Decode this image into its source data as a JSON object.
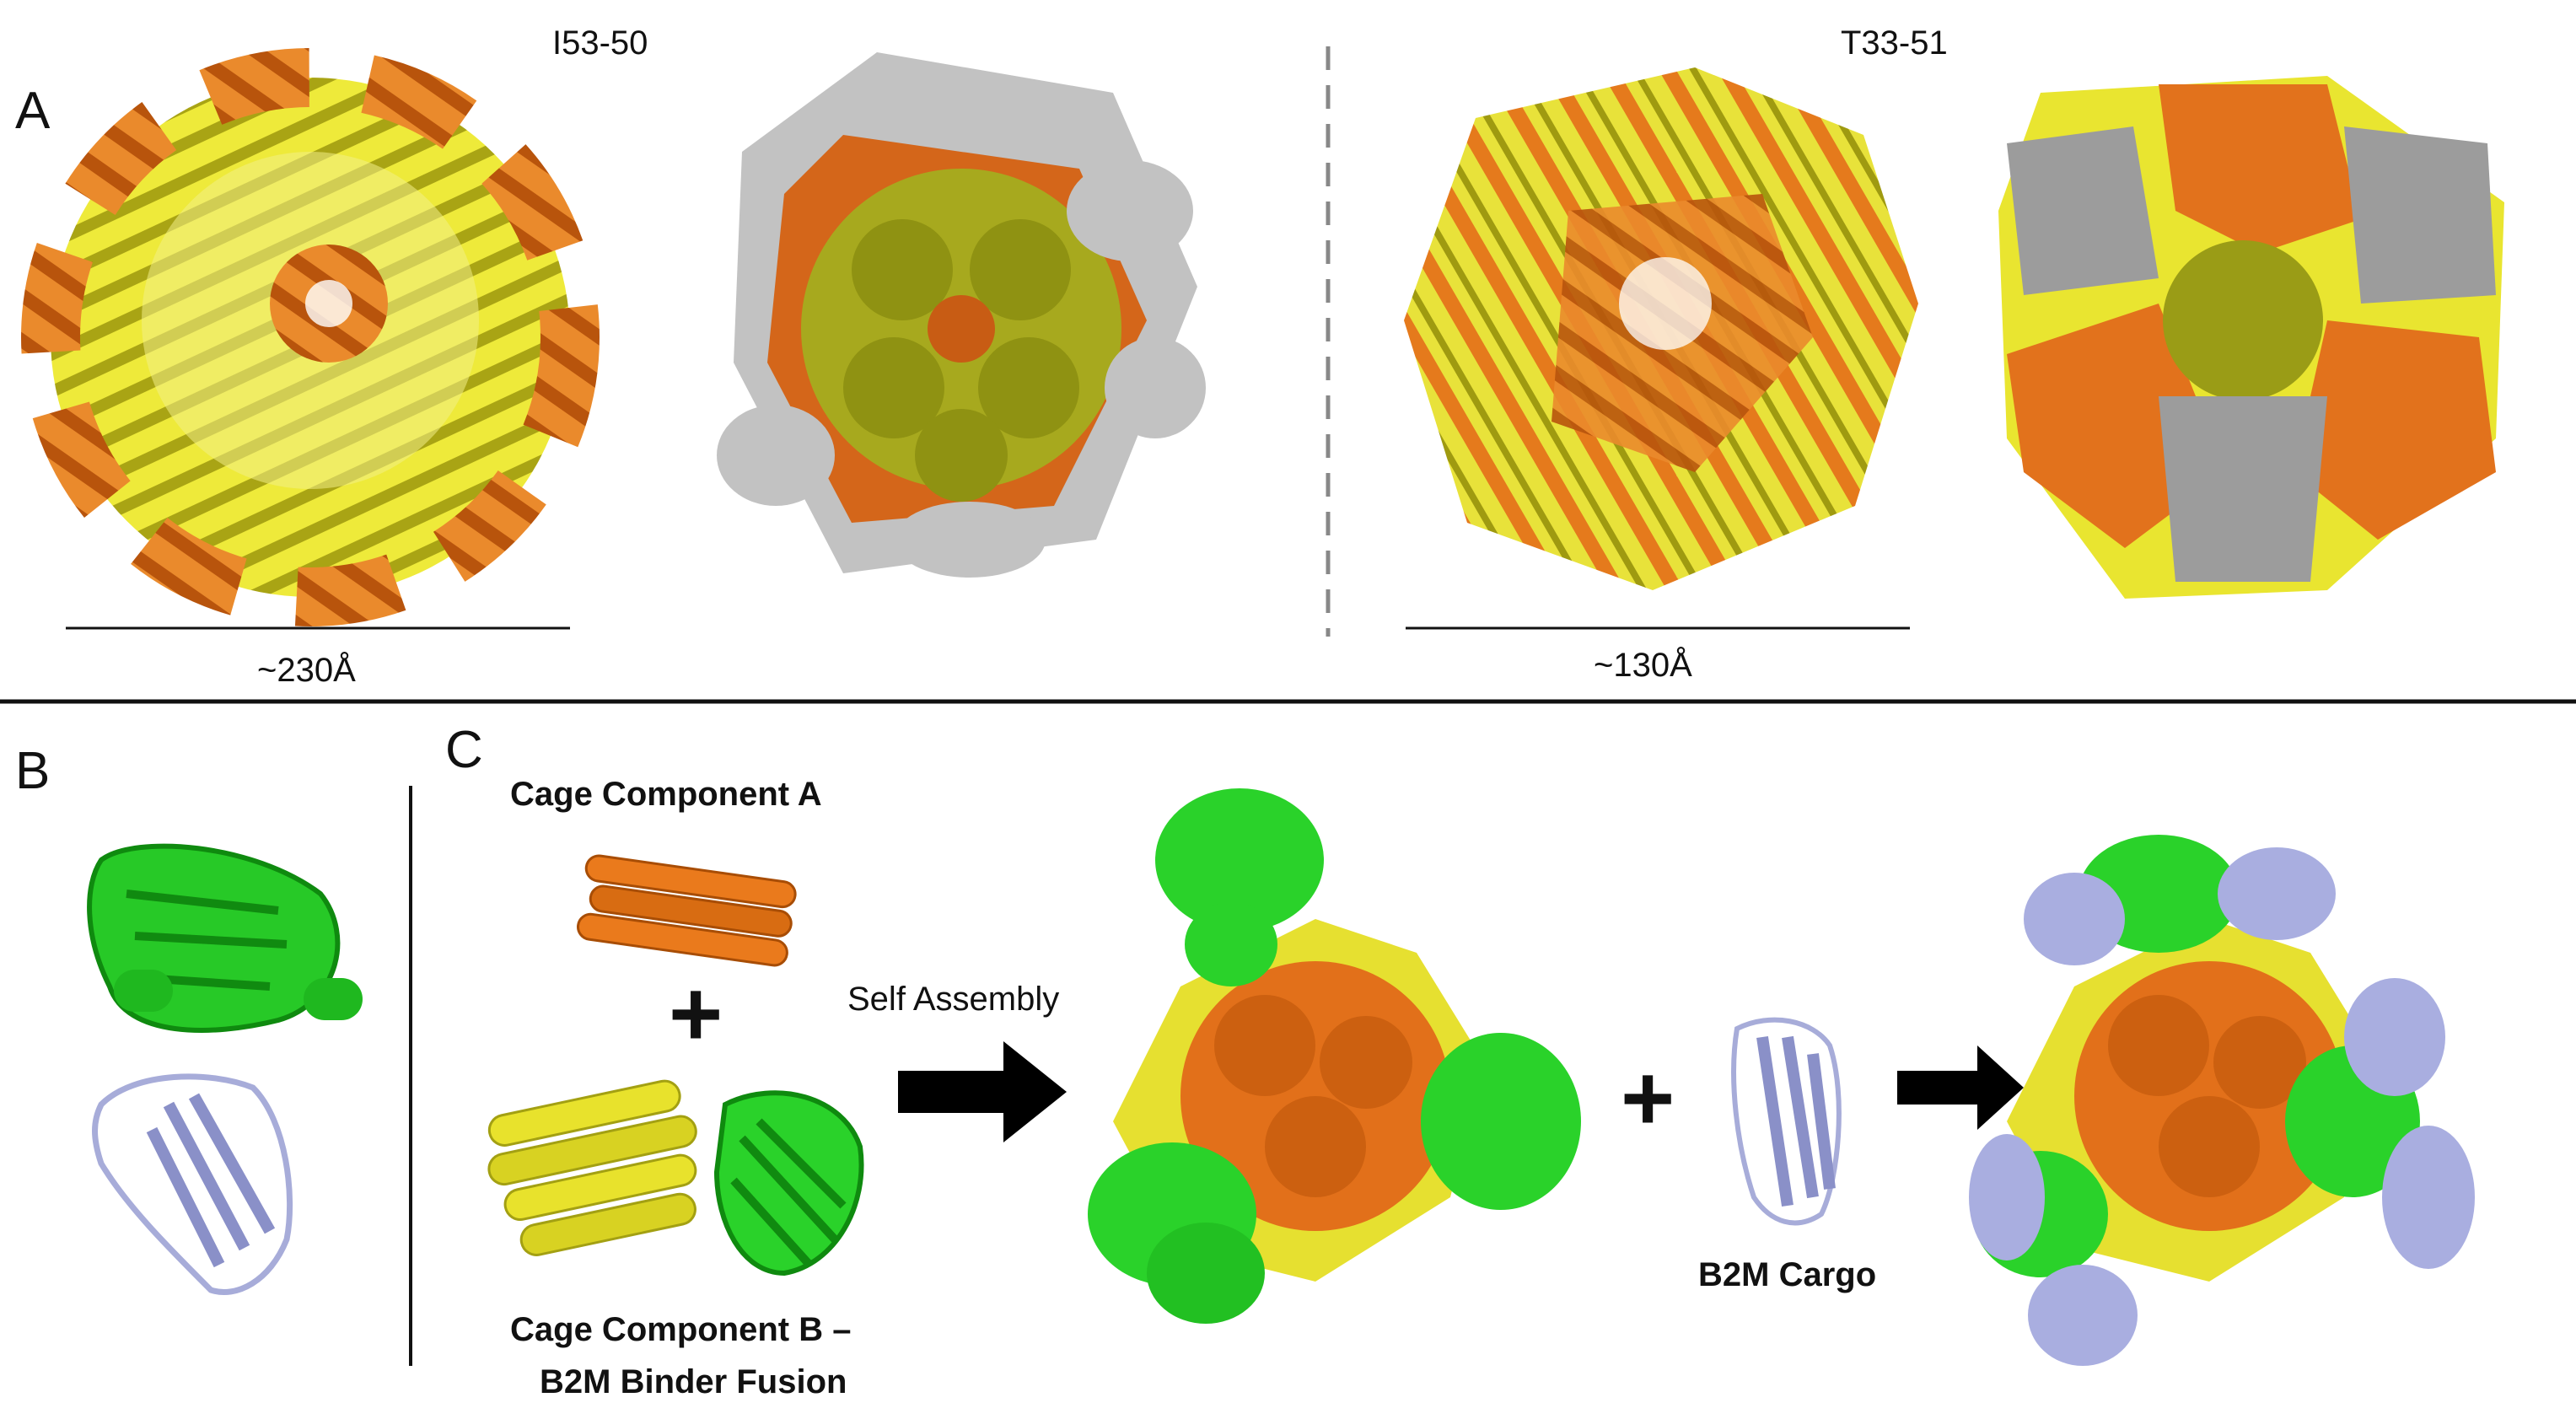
{
  "panel_labels": {
    "a": "A",
    "b": "B",
    "c": "C"
  },
  "section_a": {
    "left_title": "I53-50",
    "right_title": "T33-51",
    "left_scale": "~230Å",
    "right_scale": "~130Å"
  },
  "section_c": {
    "component_a": "Cage Component A",
    "component_b_line1": "Cage Component B –",
    "component_b_line2": "B2M Binder Fusion",
    "self_assembly": "Self Assembly",
    "cargo": "B2M Cargo",
    "plus": "+"
  },
  "colors": {
    "orange": "#e8741c",
    "yellow": "#e3e22a",
    "olive": "#a6a81e",
    "gray": "#bdbdbd",
    "green": "#22d423",
    "lavender": "#a9aee0"
  }
}
